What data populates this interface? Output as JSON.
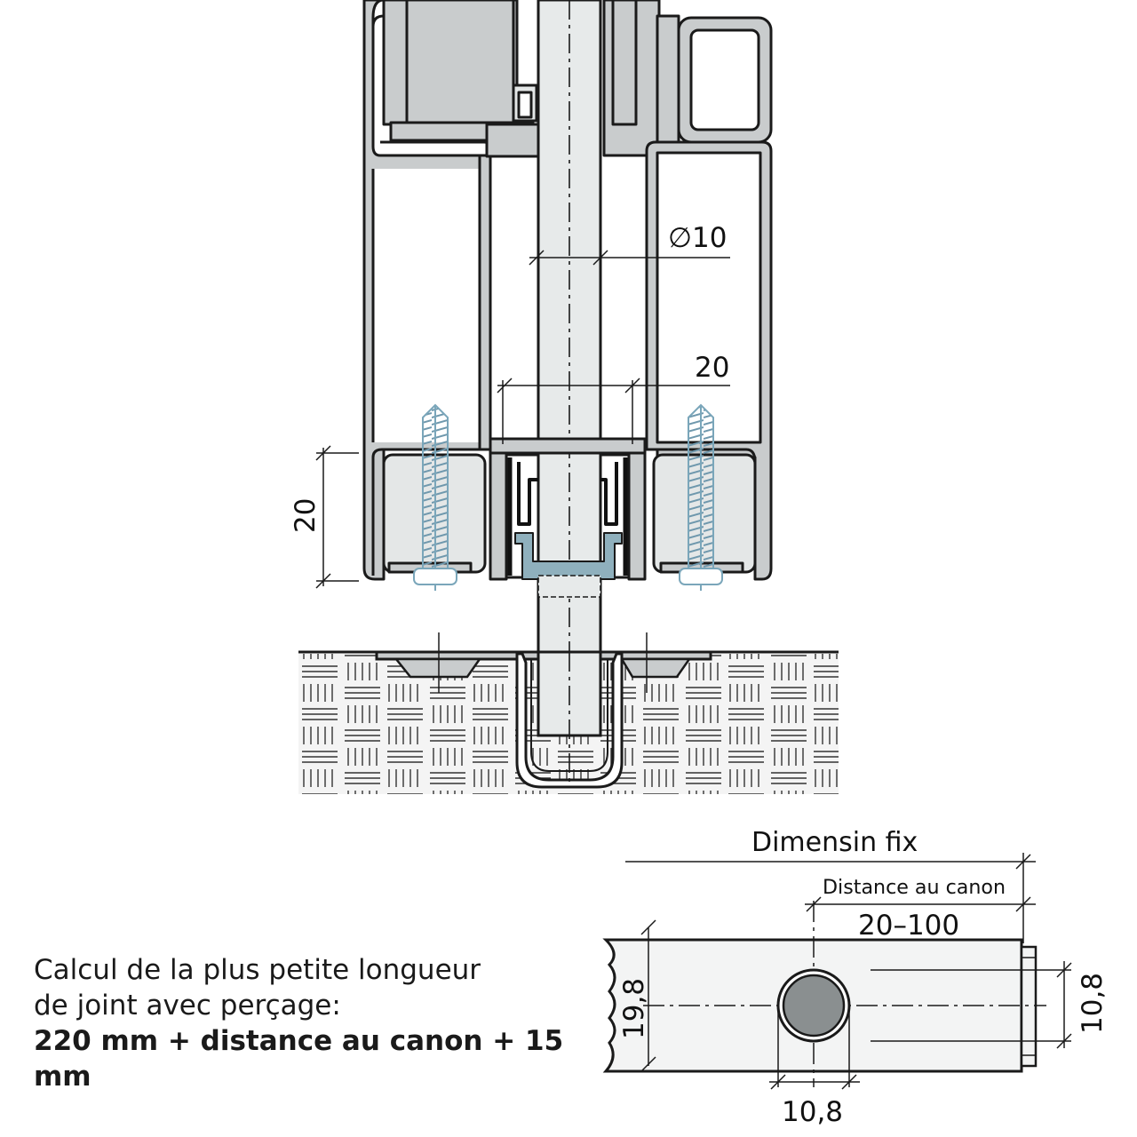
{
  "dimensions": {
    "pin_diameter": "∅10",
    "gap_width": "20",
    "block_height": "20",
    "fixed_dimension": "Dimensin fix",
    "distance_label": "Distance au canon",
    "distance_range": "20–100",
    "height_left": "19,8",
    "height_right": "10,8",
    "hole_width": "10,8"
  },
  "formula": {
    "line1": "Calcul de la plus petite longueur",
    "line2": "de joint avec perçage:",
    "line3": "220 mm + distance au canon + 15 mm"
  },
  "colors": {
    "steel": "#c9cccd",
    "dark_steel": "#8a8f90",
    "block": "#e4e7e7",
    "seal_blue": "#8fb0bd",
    "screw": "#9fbfcf",
    "outline": "#1a1a1a"
  }
}
